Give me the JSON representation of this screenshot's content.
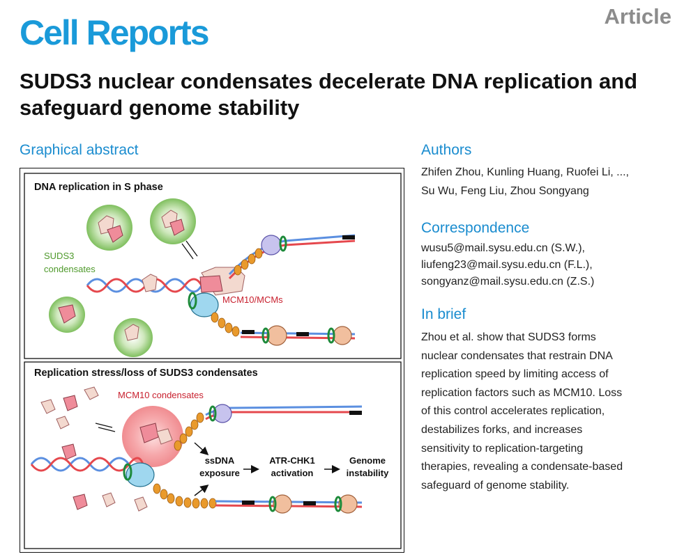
{
  "header": {
    "journal": "Cell Reports",
    "article_type": "Article"
  },
  "title": "SUDS3 nuclear condensates decelerate DNA replication and safeguard genome stability",
  "graphical_abstract": {
    "heading": "Graphical abstract",
    "panel_top_title": "DNA replication in S phase",
    "suds3_label_line1": "SUDS3",
    "suds3_label_line2": "condensates",
    "mcm_label": "MCM10/MCMs",
    "panel_bottom_title": "Replication stress/loss of SUDS3 condensates",
    "mcm10_condensates_label": "MCM10 condensates",
    "flow": {
      "step1_line1": "ssDNA",
      "step1_line2": "exposure",
      "step2_line1": "ATR-CHK1",
      "step2_line2": "activation",
      "step3_line1": "Genome",
      "step3_line2": "instability"
    },
    "colors": {
      "green_condensate": "#8cc56e",
      "pink_protein": "#e8788a",
      "mcm10_red": "#c8202e",
      "strand_red": "#e5484d",
      "strand_blue": "#5b8fe0",
      "orange_bead": "#e99a2c",
      "lavender_circle": "#c7c3ee",
      "peach_circle": "#f1bf9e",
      "cyan_oval": "#9fd7ef"
    }
  },
  "authors": {
    "heading": "Authors",
    "line1": "Zhifen Zhou, Kunling Huang, Ruofei Li, ...,",
    "line2": "Su Wu, Feng Liu, Zhou Songyang"
  },
  "correspondence": {
    "heading": "Correspondence",
    "emails": [
      "wusu5@mail.sysu.edu.cn (S.W.),",
      "liufeng23@mail.sysu.edu.cn (F.L.),",
      "songyanz@mail.sysu.edu.cn (Z.S.)"
    ]
  },
  "in_brief": {
    "heading": "In brief",
    "lines": [
      "Zhou et al. show that SUDS3 forms",
      "nuclear condensates that restrain DNA",
      "replication speed by limiting access of",
      "replication factors such as MCM10. Loss",
      "of this control accelerates replication,",
      "destabilizes forks, and increases",
      "sensitivity to replication-targeting",
      "therapies, revealing a condensate-based",
      "safeguard of genome stability."
    ]
  }
}
